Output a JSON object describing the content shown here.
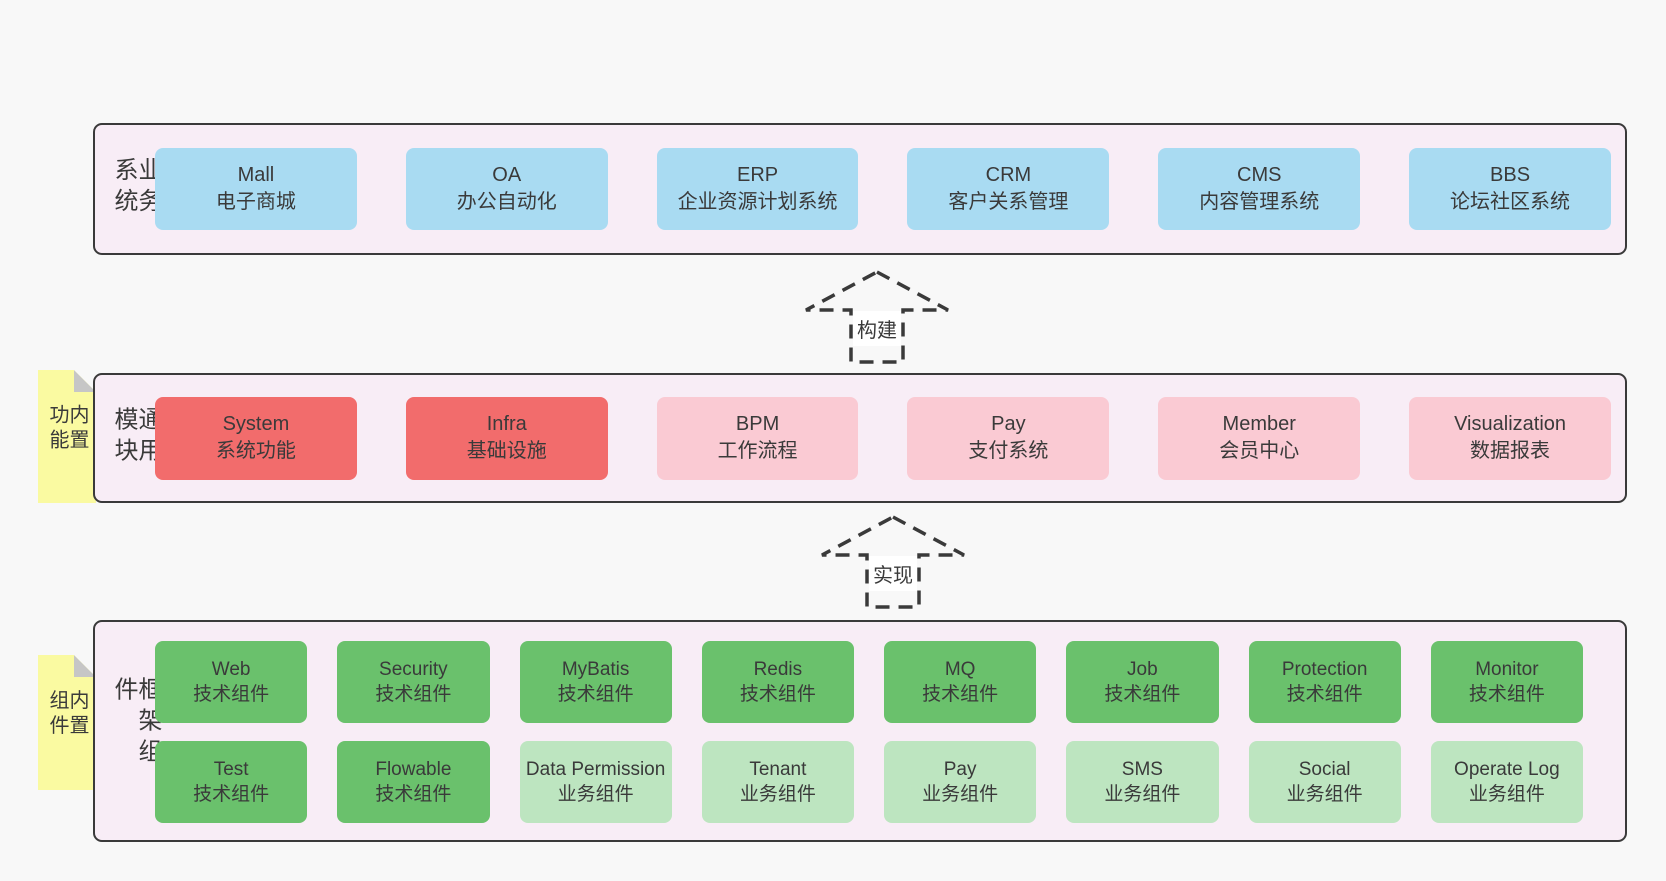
{
  "colors": {
    "blue": "#a9dbf2",
    "red": "#f26c6c",
    "pink": "#facad3",
    "green": "#6ac16c",
    "light_green": "#bde5c0",
    "container_bg": "#f8edf6",
    "note_bg": "#fafaa1",
    "outline": "#3a3a3a"
  },
  "layers": {
    "business": {
      "label": "业务系统",
      "boxes": [
        {
          "en": "Mall",
          "zh": "电子商城",
          "color": "blue"
        },
        {
          "en": "OA",
          "zh": "办公自动化",
          "color": "blue"
        },
        {
          "en": "ERP",
          "zh": "企业资源计划系统",
          "color": "blue"
        },
        {
          "en": "CRM",
          "zh": "客户关系管理",
          "color": "blue"
        },
        {
          "en": "CMS",
          "zh": "内容管理系统",
          "color": "blue"
        },
        {
          "en": "BBS",
          "zh": "论坛社区系统",
          "color": "blue"
        }
      ]
    },
    "modules": {
      "label": "通用模块",
      "note": "内置功能",
      "boxes": [
        {
          "en": "System",
          "zh": "系统功能",
          "color": "red"
        },
        {
          "en": "Infra",
          "zh": "基础设施",
          "color": "red"
        },
        {
          "en": "BPM",
          "zh": "工作流程",
          "color": "pink"
        },
        {
          "en": "Pay",
          "zh": "支付系统",
          "color": "pink"
        },
        {
          "en": "Member",
          "zh": "会员中心",
          "color": "pink"
        },
        {
          "en": "Visualization",
          "zh": "数据报表",
          "color": "pink"
        }
      ]
    },
    "components": {
      "label": "框架组件",
      "note": "内置组件",
      "row1": [
        {
          "en": "Web",
          "zh": "技术组件",
          "color": "green"
        },
        {
          "en": "Security",
          "zh": "技术组件",
          "color": "green"
        },
        {
          "en": "MyBatis",
          "zh": "技术组件",
          "color": "green"
        },
        {
          "en": "Redis",
          "zh": "技术组件",
          "color": "green"
        },
        {
          "en": "MQ",
          "zh": "技术组件",
          "color": "green"
        },
        {
          "en": "Job",
          "zh": "技术组件",
          "color": "green"
        },
        {
          "en": "Protection",
          "zh": "技术组件",
          "color": "green"
        },
        {
          "en": "Monitor",
          "zh": "技术组件",
          "color": "green"
        }
      ],
      "row2": [
        {
          "en": "Test",
          "zh": "技术组件",
          "color": "green"
        },
        {
          "en": "Flowable",
          "zh": "技术组件",
          "color": "green"
        },
        {
          "en": "Data Permission",
          "zh": "业务组件",
          "color": "light_green"
        },
        {
          "en": "Tenant",
          "zh": "业务组件",
          "color": "light_green"
        },
        {
          "en": "Pay",
          "zh": "业务组件",
          "color": "light_green"
        },
        {
          "en": "SMS",
          "zh": "业务组件",
          "color": "light_green"
        },
        {
          "en": "Social",
          "zh": "业务组件",
          "color": "light_green"
        },
        {
          "en": "Operate Log",
          "zh": "业务组件",
          "color": "light_green"
        }
      ]
    }
  },
  "arrows": {
    "build": "构建",
    "implement": "实现"
  }
}
